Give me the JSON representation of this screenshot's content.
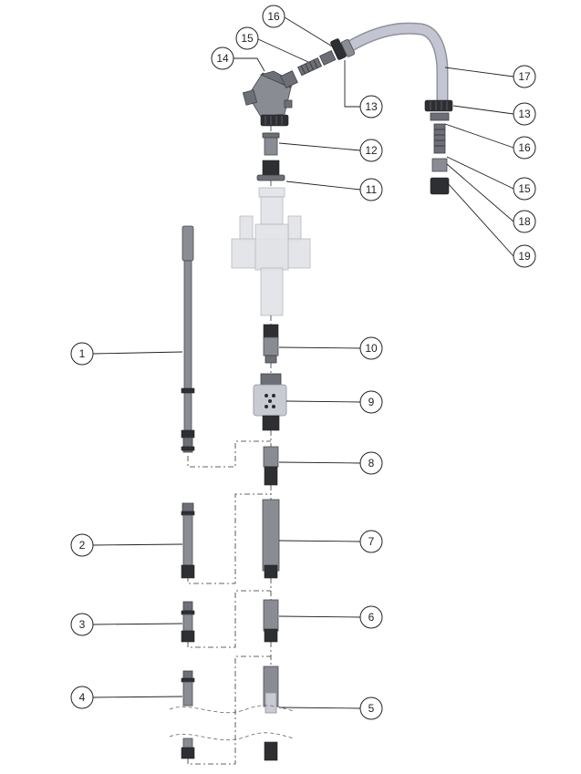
{
  "callouts": [
    {
      "id": "c1",
      "label": "1"
    },
    {
      "id": "c2",
      "label": "2"
    },
    {
      "id": "c3",
      "label": "3"
    },
    {
      "id": "c4",
      "label": "4"
    },
    {
      "id": "c5",
      "label": "5"
    },
    {
      "id": "c6",
      "label": "6"
    },
    {
      "id": "c7",
      "label": "7"
    },
    {
      "id": "c8",
      "label": "8"
    },
    {
      "id": "c9",
      "label": "9"
    },
    {
      "id": "c10",
      "label": "10"
    },
    {
      "id": "c11",
      "label": "11"
    },
    {
      "id": "c12",
      "label": "12"
    },
    {
      "id": "c13a",
      "label": "13"
    },
    {
      "id": "c13b",
      "label": "13"
    },
    {
      "id": "c14",
      "label": "14"
    },
    {
      "id": "c15a",
      "label": "15"
    },
    {
      "id": "c15b",
      "label": "15"
    },
    {
      "id": "c16a",
      "label": "16"
    },
    {
      "id": "c16b",
      "label": "16"
    },
    {
      "id": "c17",
      "label": "17"
    },
    {
      "id": "c18",
      "label": "18"
    },
    {
      "id": "c19",
      "label": "19"
    }
  ],
  "colors": {
    "part_dark": "#6d6f76",
    "part_light": "#c9cbd2",
    "hose": "#b9bcc8",
    "ring": "#2e2f33"
  }
}
